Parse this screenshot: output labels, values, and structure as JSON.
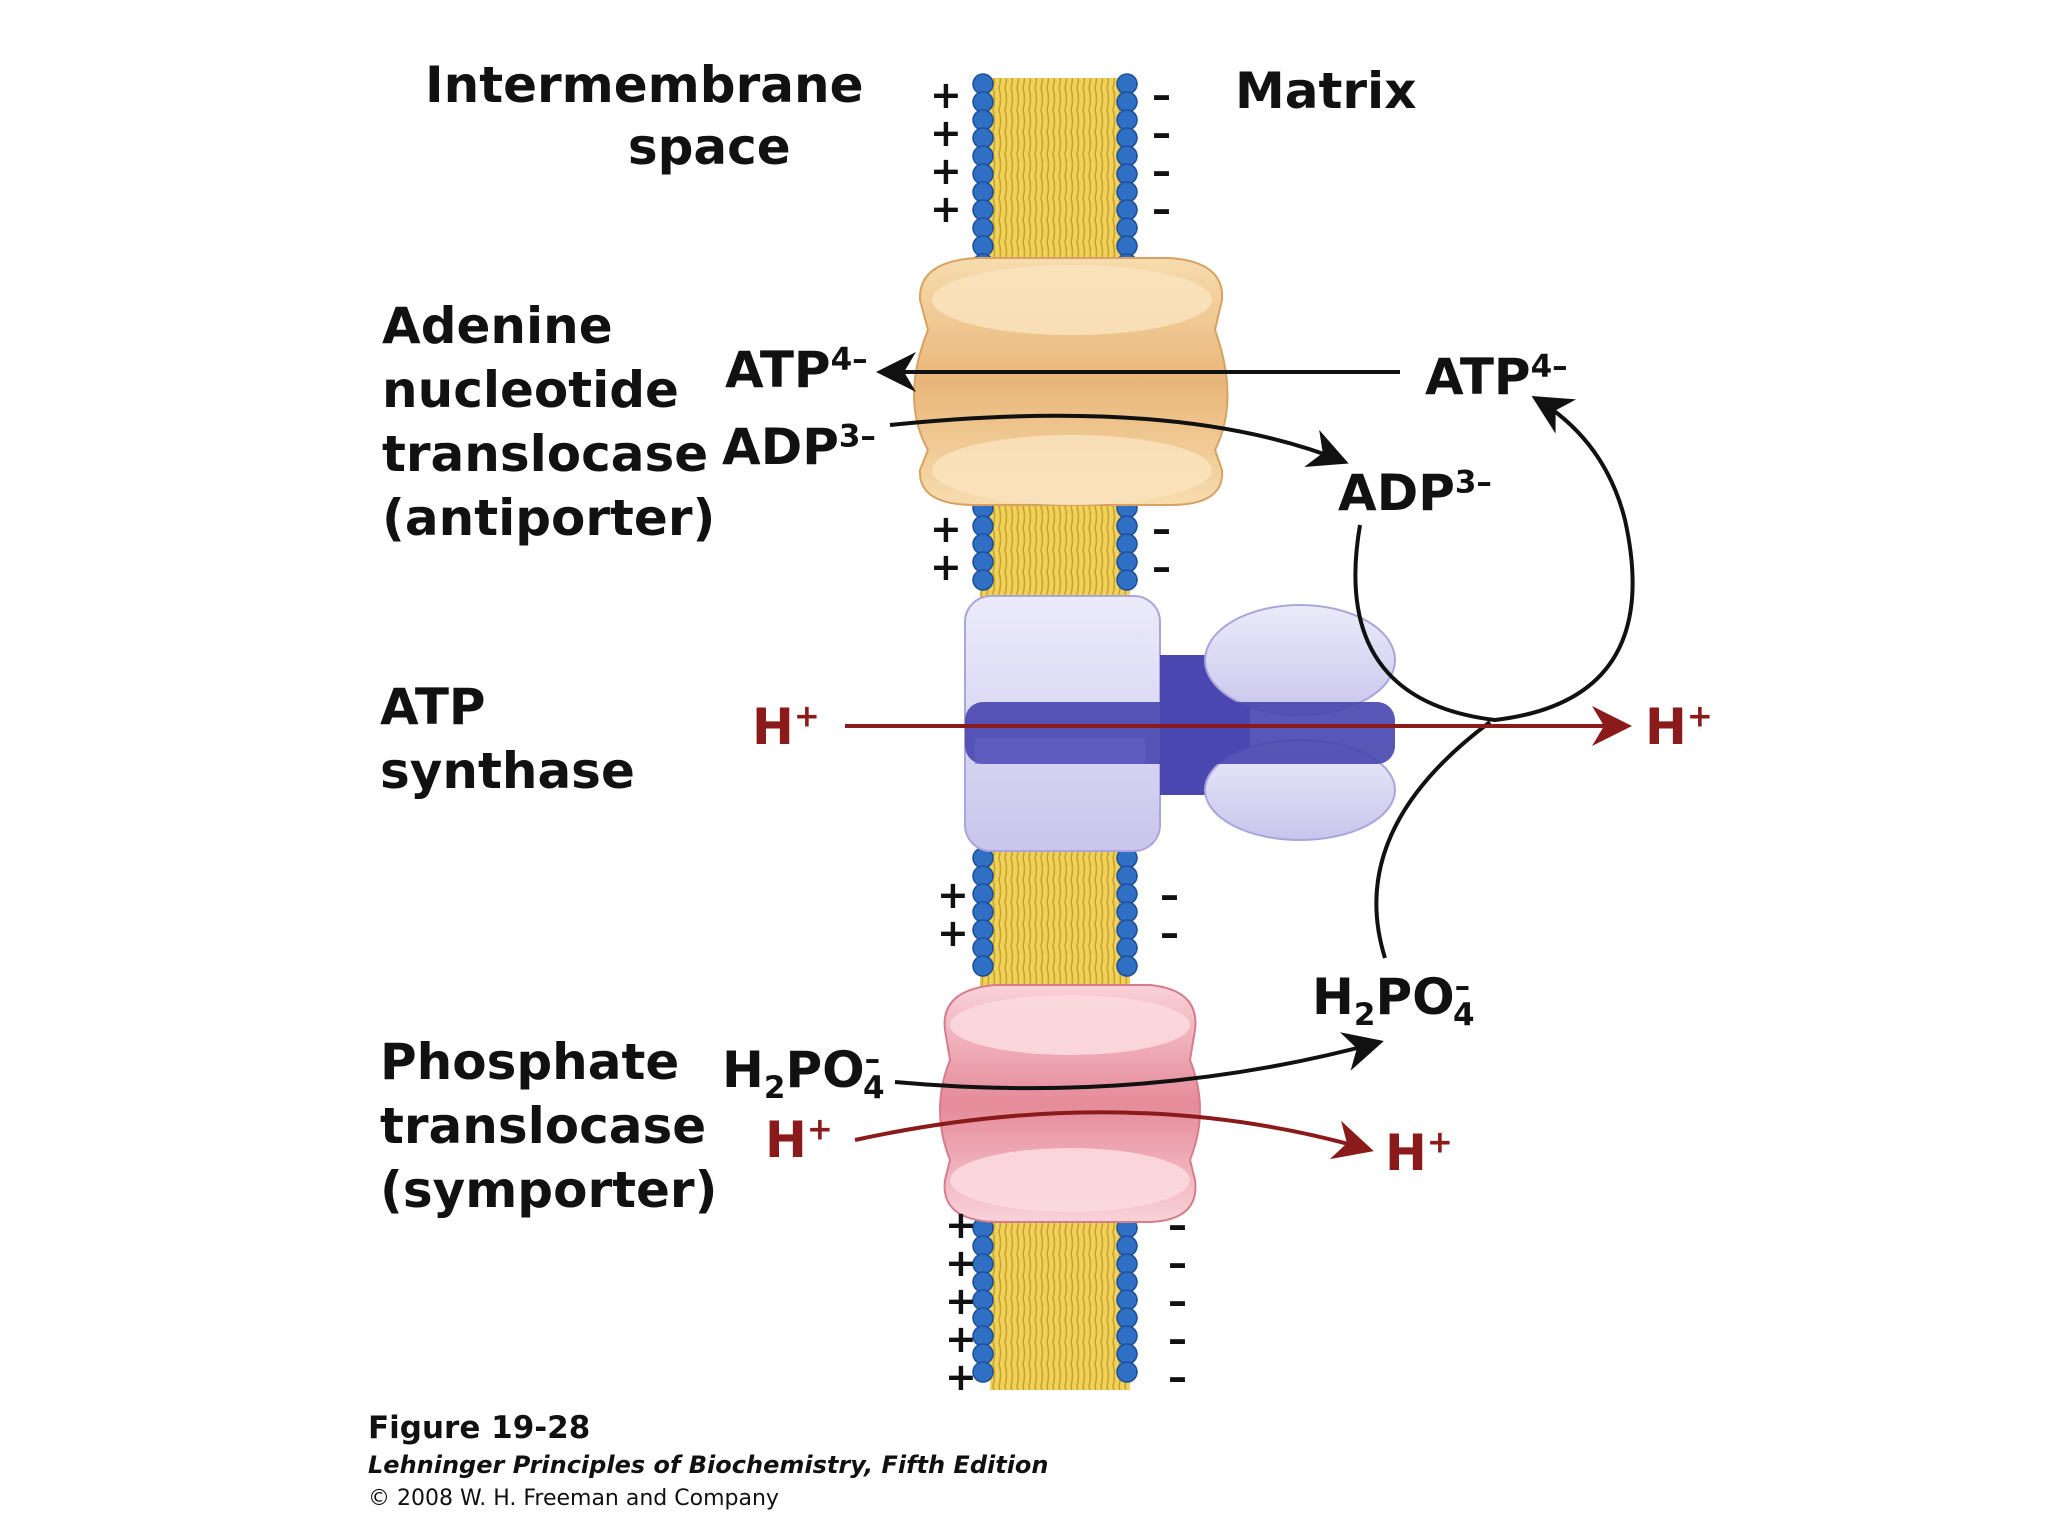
{
  "labels": {
    "intermembrane_line1": "Intermembrane",
    "intermembrane_line2": "space",
    "matrix": "Matrix",
    "ant_line1": "Adenine",
    "ant_line2": "nucleotide",
    "ant_line3": "translocase",
    "ant_line4": "(antiporter)",
    "atp_synthase_line1": "ATP",
    "atp_synthase_line2": "synthase",
    "pt_line1": "Phosphate",
    "pt_line2": "translocase",
    "pt_line3": "(symporter)"
  },
  "species": {
    "atp": "ATP",
    "atp_charge": "4–",
    "adp": "ADP",
    "adp_charge": "3–",
    "h": "H",
    "h_charge": "+",
    "phos_h": "H",
    "phos_sub2": "2",
    "phos_po": "PO",
    "phos_sub4": "4",
    "phos_charge": "–"
  },
  "charges": {
    "plus": "+",
    "minus": "–"
  },
  "caption": {
    "title": "Figure 19-28",
    "book": "Lehninger Principles of Biochemistry, Fifth Edition",
    "copyright": "© 2008 W. H. Freeman and Company"
  },
  "colors": {
    "lipid_head": "#2f6fc4",
    "lipid_tail": "#f0d25a",
    "antiporter": "#f2c98e",
    "atp_synthase": "#d9d6f2",
    "atp_synthase_stalk": "#4a48b0",
    "symporter": "#f3b3bd",
    "proton_arrow": "#8b1a1a",
    "black_arrow": "#111111"
  }
}
